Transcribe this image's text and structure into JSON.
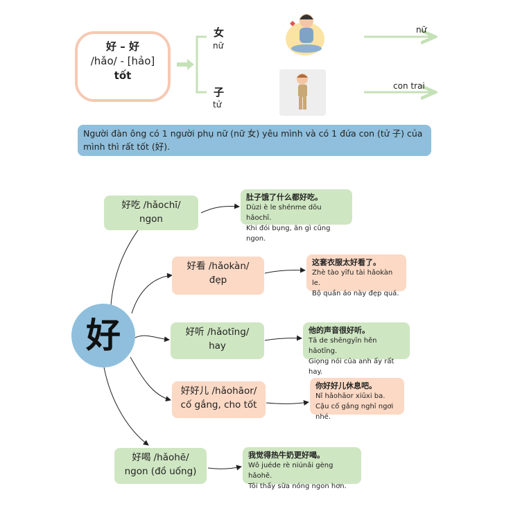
{
  "header": {
    "char_line": "好 – 好",
    "pinyin_line": "/hǎo/ - [hảo]",
    "meaning": "tốt"
  },
  "components": [
    {
      "char": "女",
      "reading": "nữ",
      "meaning": "nữ"
    },
    {
      "char": "子",
      "reading": "tử",
      "meaning": "con trai"
    }
  ],
  "explanation": "Người đàn ông có 1 người phụ nữ (nữ 女) yêu mình và có 1 đứa con (tử 子) của mình thì rất tốt (好).",
  "center_char": "好",
  "words": [
    {
      "line1": "好吃 /hǎochī/",
      "line2": "ngon",
      "example_zh": "肚子饿了什么都好吃。",
      "example_py": "Dùzi è le shénme dōu hǎochī.",
      "example_vi": "Khi đói bụng, ăn gì cũng ngon."
    },
    {
      "line1": "好看 /hǎokàn/",
      "line2": "đẹp",
      "example_zh": "这套衣服太好看了。",
      "example_py": "Zhè tào yīfu tài hǎokàn le.",
      "example_vi": "Bộ quần áo này đẹp quá."
    },
    {
      "line1": "好听 /hǎotīng/",
      "line2": "hay",
      "example_zh": "他的声音很好听。",
      "example_py": "Tā de shēngyīn hěn hǎotīng.",
      "example_vi": "Giọng nói của anh ấy rất hay."
    },
    {
      "line1": "好好儿 /hǎohāor/",
      "line2": "cố gắng, cho tốt",
      "example_zh": "你好好儿休息吧。",
      "example_py": "Nǐ hǎohāor xiūxi ba.",
      "example_vi": "Cậu cố gắng nghỉ ngơi nhé."
    },
    {
      "line1": "好喝 /hǎohē/",
      "line2": "ngon (đồ uống)",
      "example_zh": "我觉得热牛奶更好喝。",
      "example_py": "Wǒ juéde rè niúnǎi gèng hǎohē.",
      "example_vi": "Tôi thấy sữa nóng ngon hơn."
    }
  ],
  "colors": {
    "green": "#cfe6c2",
    "peach": "#fbd9c5",
    "blue": "#8fbfdc",
    "border_peach": "#f6c9b3"
  }
}
